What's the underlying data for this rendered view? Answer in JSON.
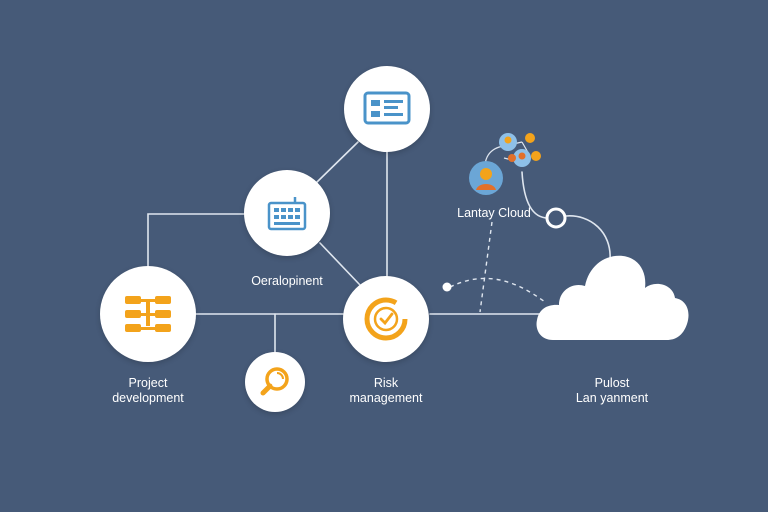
{
  "colors": {
    "background": "#465a78",
    "node_fill": "#ffffff",
    "connector": "#dfe6ef",
    "accent_orange": "#f3a31b",
    "accent_blue": "#4a93c9"
  },
  "nodes": {
    "top": {
      "icon": "dashboard-panel-icon"
    },
    "development": {
      "icon": "keyboard-grid-icon",
      "label": "Oeralopinent"
    },
    "project": {
      "icon": "workflow-blocks-icon",
      "label_line1": "Project",
      "label_line2": "development"
    },
    "search": {
      "icon": "search-magnifier-icon"
    },
    "risk": {
      "icon": "gauge-check-icon",
      "label_line1": "Risk",
      "label_line2": "management"
    },
    "cloud": {
      "icon": "cloud-icon",
      "label_line1": "Pulost",
      "label_line2": "Lan yanment"
    },
    "team": {
      "icon": "team-avatars-icon",
      "label": "Lantay Cloud"
    }
  }
}
